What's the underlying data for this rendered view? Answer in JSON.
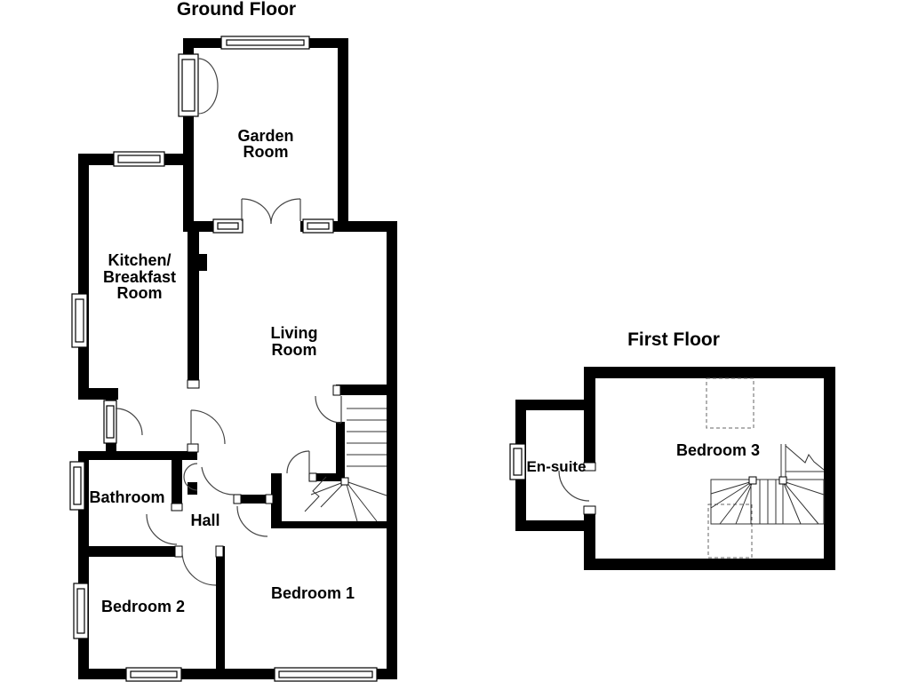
{
  "page": {
    "background": "#ffffff",
    "type": "floor-plan"
  },
  "floorplan": {
    "ground_floor": {
      "title": "Ground Floor",
      "rooms": {
        "garden_room": {
          "line1": "Garden",
          "line2": "Room"
        },
        "kitchen_breakfast_room": {
          "line1": "Kitchen/",
          "line2": "Breakfast",
          "line3": "Room"
        },
        "living_room": {
          "line1": "Living",
          "line2": "Room"
        },
        "bathroom": {
          "label": "Bathroom"
        },
        "hall": {
          "label": "Hall"
        },
        "bedroom_2": {
          "label": "Bedroom 2"
        },
        "bedroom_1": {
          "label": "Bedroom 1"
        }
      }
    },
    "first_floor": {
      "title": "First Floor",
      "rooms": {
        "en_suite": {
          "label": "En-suite"
        },
        "bedroom_3": {
          "label": "Bedroom 3"
        }
      }
    },
    "colors": {
      "wall": "#000000",
      "background": "#ffffff",
      "door_line": "#444444",
      "stair_line": "#333333",
      "dashed_line": "#666666",
      "text": "#000000"
    }
  }
}
